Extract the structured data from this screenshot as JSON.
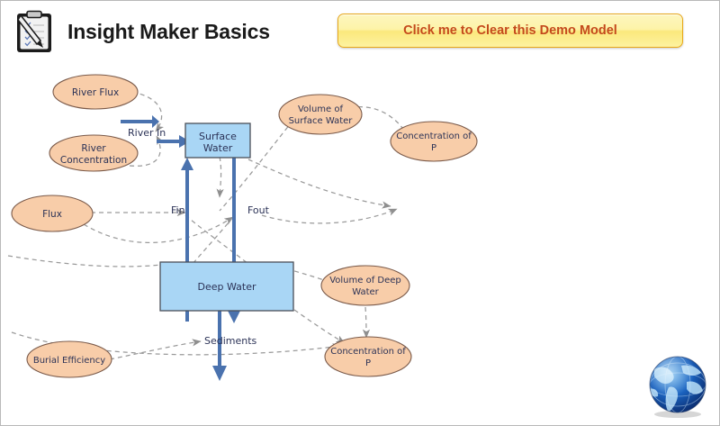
{
  "header": {
    "title": "Insight Maker Basics",
    "clipboard_icon": "clipboard-icon",
    "clear_button_label": "Click me to Clear this Demo Model",
    "button_text_color": "#c4491c",
    "button_border_color": "#e8a818"
  },
  "footer": {
    "globe_icon": "globe-icon"
  },
  "diagram": {
    "title": "Insight Maker Basics model",
    "colors": {
      "variable_fill": "#f8cda9",
      "variable_stroke": "#7a5a4a",
      "stock_fill": "#a9d6f5",
      "stock_stroke": "#4a4f58",
      "flow_color": "#4a72ae",
      "link_color": "#9a9a9a"
    },
    "stocks": [
      {
        "id": "surface-water",
        "label": "Surface Water",
        "label_line1": "Surface",
        "label_line2": "Water"
      },
      {
        "id": "deep-water",
        "label": "Deep Water",
        "label_line1": "Deep Water",
        "label_line2": ""
      }
    ],
    "variables": [
      {
        "id": "river-flux",
        "label": "River Flux",
        "label_line1": "River Flux",
        "label_line2": ""
      },
      {
        "id": "river-concentration",
        "label": "River Concentration",
        "label_line1": "River",
        "label_line2": "Concentration"
      },
      {
        "id": "flux",
        "label": "Flux",
        "label_line1": "Flux",
        "label_line2": ""
      },
      {
        "id": "volume-of-surface-water",
        "label": "Volume of Surface Water",
        "label_line1": "Volume of",
        "label_line2": "Surface Water"
      },
      {
        "id": "concentration-of-p-surface",
        "label": "Concentration of P",
        "label_line1": "Concentration of",
        "label_line2": "P"
      },
      {
        "id": "volume-of-deep-water",
        "label": "Volume of Deep Water",
        "label_line1": "Volume of Deep",
        "label_line2": "Water"
      },
      {
        "id": "concentration-of-p-deep",
        "label": "Concentration of P",
        "label_line1": "Concentration of",
        "label_line2": "P"
      },
      {
        "id": "burial-efficiency",
        "label": "Burial Efficiency",
        "label_line1": "Burial Efficiency",
        "label_line2": ""
      }
    ],
    "flows": [
      {
        "id": "river-in",
        "label": "River In"
      },
      {
        "id": "fin",
        "label": "Fin"
      },
      {
        "id": "fout",
        "label": "Fout"
      },
      {
        "id": "sediments",
        "label": "Sediments"
      }
    ]
  }
}
